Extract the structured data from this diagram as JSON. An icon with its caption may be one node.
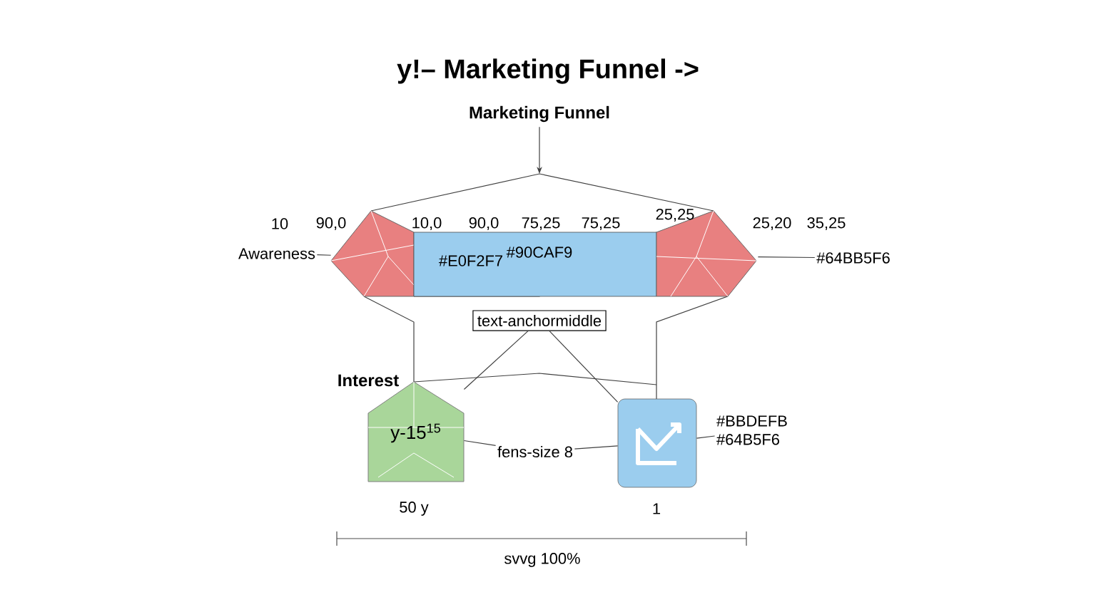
{
  "diagram": {
    "title": "y!– Marketing Funnel ->",
    "nodes": [
      {
        "text": [
          "Marketing Funnel"
        ]
      },
      {
        "text": [
          "Awareness"
        ]
      },
      {
        "text": [],
        "shape": "pentagon"
      },
      {
        "text": [
          "#E0F2F7",
          "#90CAF9"
        ]
      },
      {
        "text": [],
        "shape": "pentagon"
      },
      {
        "text": [
          "#64BB5F6"
        ]
      },
      {
        "text": [
          "text-anchormiddle"
        ]
      },
      {
        "text": [
          "y-15$^{15}$"
        ],
        "beside": [
          "50 y"
        ]
      },
      {
        "text": [
          "fens-size 8"
        ]
      },
      {
        "text": [],
        "shape": "picture",
        "beside": [
          "1"
        ]
      },
      {
        "text": [
          "#BBDEFB #64B5F6"
        ]
      }
    ],
    "edges": [
      {
        "from": 0,
        "to": null,
        "arrow": "to"
      },
      {
        "from": 1,
        "to": 2,
        "arrow": "none"
      },
      {
        "from": 5,
        "to": 4,
        "arrow": "none"
      },
      {
        "from": 6,
        "to": 7,
        "arrow": "none"
      },
      {
        "from": 6,
        "to": 9,
        "arrow": "none"
      },
      {
        "from": 8,
        "to": 7,
        "arrow": "none"
      },
      {
        "from": 8,
        "to": 9,
        "arrow": "none"
      },
      {
        "from": 10,
        "to": 9,
        "arrow": "none"
      }
    ],
    "labels": [
      "10",
      "90,0",
      "10,0",
      "90,0",
      "75,25",
      "75,25",
      "25,25",
      "25,20",
      "35,25",
      "Interest",
      "svvg 100%"
    ]
  }
}
